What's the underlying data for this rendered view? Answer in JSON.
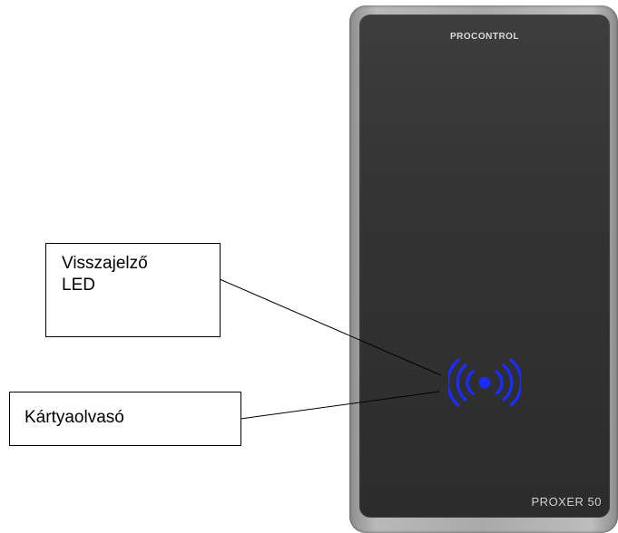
{
  "device": {
    "brand": "PROCONTROL",
    "model": "PROXER 50",
    "indicator_color": "#1a2cff"
  },
  "callouts": [
    {
      "id": "led",
      "lines": [
        "Visszajelző",
        "LED"
      ]
    },
    {
      "id": "reader",
      "lines": [
        "Kártyaolvasó"
      ]
    }
  ],
  "icons": {
    "rfid": "rfid-wave-icon"
  }
}
